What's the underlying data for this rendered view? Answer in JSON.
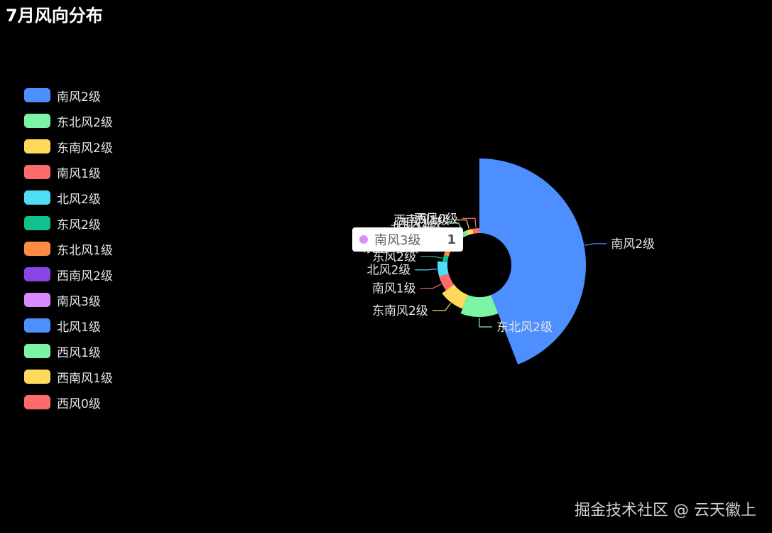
{
  "page": {
    "title": "7月风向分布",
    "watermark": "掘金技术社区 @ 云天徽上"
  },
  "chart_data": {
    "type": "pie",
    "rose_type": "radius",
    "title": "7月风向分布",
    "legend_position": "left",
    "series": [
      {
        "name": "南风2级",
        "value": 15,
        "color": "#4d8fff"
      },
      {
        "name": "东北风2级",
        "value": 4,
        "color": "#7bf5a4"
      },
      {
        "name": "东南风2级",
        "value": 3,
        "color": "#ffd95a"
      },
      {
        "name": "南风1级",
        "value": 2,
        "color": "#ff6b6b"
      },
      {
        "name": "北风2级",
        "value": 2,
        "color": "#4fdcf5"
      },
      {
        "name": "东风2级",
        "value": 1,
        "color": "#10c08e"
      },
      {
        "name": "东北风1级",
        "value": 1,
        "color": "#ff8c42"
      },
      {
        "name": "西南风2级",
        "value": 1,
        "color": "#8b44e6"
      },
      {
        "name": "南风3级",
        "value": 1,
        "color": "#d98bff"
      },
      {
        "name": "北风1级",
        "value": 1,
        "color": "#4d8fff"
      },
      {
        "name": "西风1级",
        "value": 1,
        "color": "#7bf5a4"
      },
      {
        "name": "西南风1级",
        "value": 1,
        "color": "#ffd95a"
      },
      {
        "name": "西风0级",
        "value": 1,
        "color": "#ff6b6b"
      }
    ],
    "tooltip": {
      "name": "南风3级",
      "value": "1",
      "color": "#d98bff"
    }
  }
}
